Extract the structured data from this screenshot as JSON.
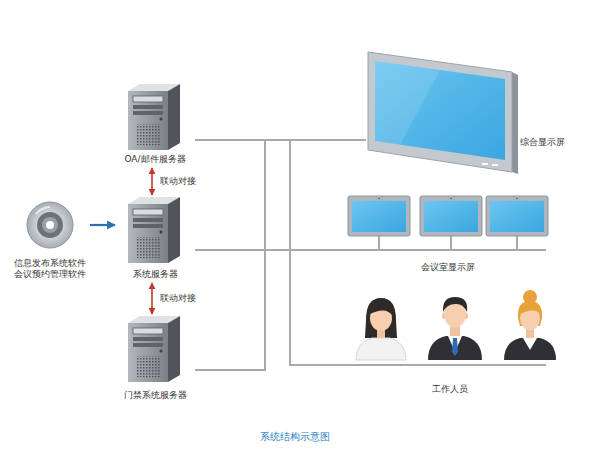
{
  "diagram": {
    "caption": "系统结构示意图",
    "nodes": [
      {
        "text": [
          "信息发布系统软件 会议预约管理软件"
        ]
      },
      {
        "text": [
          "OA/邮件服务器"
        ]
      },
      {
        "text": [
          "系统服务器"
        ]
      },
      {
        "text": [
          "门禁系统服务器"
        ]
      },
      {
        "text": [
          "综合显示屏"
        ]
      },
      {
        "text": [
          "会议室显示屏"
        ]
      },
      {
        "text": [
          "工作人员"
        ]
      }
    ],
    "edges": [
      {
        "from": 0,
        "to": 2,
        "arrow": "to"
      },
      {
        "from": 1,
        "to": 2,
        "arrow": "both",
        "label": "联动对接"
      },
      {
        "from": 2,
        "to": 3,
        "arrow": "both",
        "label": "联动对接"
      },
      {
        "from": 1,
        "to": 4,
        "arrow": "none"
      },
      {
        "from": 1,
        "to": 5,
        "arrow": "none"
      },
      {
        "from": 1,
        "to": 6,
        "arrow": "none"
      },
      {
        "from": 2,
        "to": 4,
        "arrow": "none"
      },
      {
        "from": 2,
        "to": 5,
        "arrow": "none"
      },
      {
        "from": 2,
        "to": 6,
        "arrow": "none"
      },
      {
        "from": 3,
        "to": 4,
        "arrow": "none"
      },
      {
        "from": 3,
        "to": 5,
        "arrow": "none"
      },
      {
        "from": 3,
        "to": 6,
        "arrow": "none"
      }
    ]
  }
}
